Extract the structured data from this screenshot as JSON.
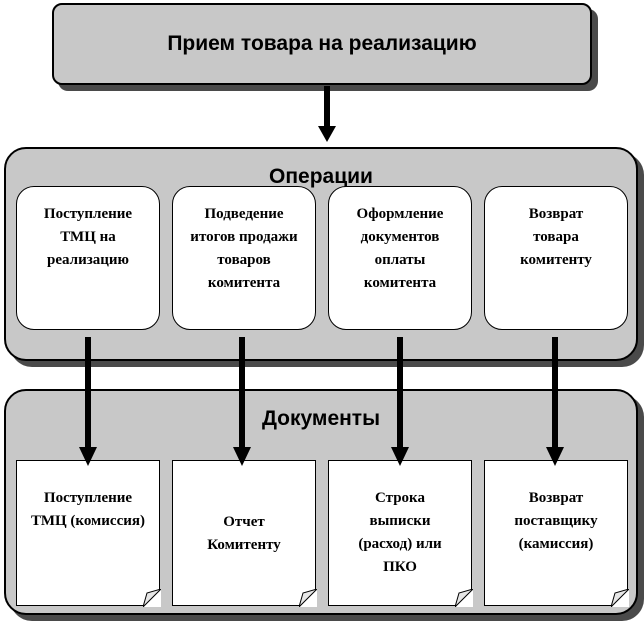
{
  "header": {
    "title": "Прием товара на реализацию"
  },
  "operations": {
    "title": "Операции",
    "items": [
      {
        "label": "Поступление ТМЦ на реализацию"
      },
      {
        "label": "Подведение итогов продажи товаров комитента"
      },
      {
        "label": "Оформление документов оплаты комитента"
      },
      {
        "label": "Возврат товара комитенту"
      }
    ]
  },
  "documents": {
    "title": "Документы",
    "items": [
      {
        "label": "Поступление ТМЦ (комиссия)"
      },
      {
        "label": "Отчет Комитенту"
      },
      {
        "label": "Строка выписки (расход) или ПКО"
      },
      {
        "label": "Возврат поставщику (камиссия)"
      }
    ]
  },
  "colors": {
    "panel": "#c8c8c8",
    "card": "#ffffff",
    "stroke": "#000000",
    "shadow": "#4a4a4a"
  }
}
